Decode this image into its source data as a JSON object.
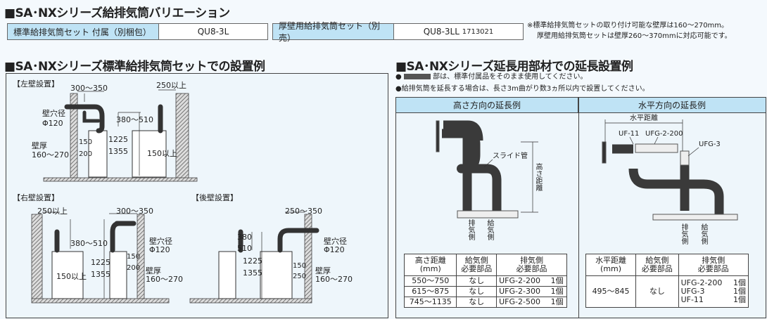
{
  "variation": {
    "title": "■SA･NXシリーズ給排気筒バリエーション",
    "standard": {
      "label": "標準給排気筒セット 付属（別梱包）",
      "value": "QU8-3L"
    },
    "thick": {
      "label": "厚壁用給排気筒セット（別売）",
      "value": "QU8-3LL",
      "code": "1713021"
    },
    "notes": [
      "※標準給排気筒セットの取り付け可能な壁厚は160～270mm。",
      "厚壁用給排気筒セットは壁厚260～370mmに対応可能です。"
    ]
  },
  "standard_section": {
    "title": "■SA･NXシリーズ標準給排気筒セットでの設置例",
    "left_wall": {
      "title": "【左壁設置】",
      "pipe_span": "300～350",
      "clearance_top": "250以上",
      "hole_label": "壁穴径",
      "hole_value": "Φ120",
      "height_diff": "380～510",
      "wall_label": "壁厚",
      "wall_value": "160～270",
      "gap_top": "150",
      "gap_bottom": "200",
      "height_top": "1225",
      "height_bottom": "1355",
      "side_clearance": "150以上"
    },
    "right_wall": {
      "title": "【右壁設置】",
      "clearance_top": "250以上",
      "pipe_span": "300～350",
      "height_diff": "380～510",
      "hole_label": "壁穴径",
      "hole_value": "Φ120",
      "height_top": "1225",
      "height_bottom": "1355",
      "gap_top": "150",
      "gap_bottom": "200",
      "wall_label": "壁厚",
      "wall_value": "160～270",
      "side_clearance": "150以上"
    },
    "back_wall": {
      "title": "【後壁設置】",
      "pipe_span": "250～350",
      "height_diff_top": "380",
      "height_diff_bottom": "510",
      "height_top": "1225",
      "height_bottom": "1355",
      "gap_top": "150",
      "gap_bottom": "250",
      "hole_label": "壁穴径",
      "hole_value": "Φ120",
      "wall_label": "壁厚",
      "wall_value": "160～270"
    }
  },
  "extension_section": {
    "title": "■SA･NXシリーズ延長用部材での延長設置例",
    "bullet1_suffix": "部は、標準付属品をそのまま使用してください。",
    "bullet2": "●給排気筒を延長する場合は、長さ3m曲がり数3ヵ所以内で設置してください。",
    "vertical": {
      "header": "高さ方向の延長例",
      "slide_pipe": "スライド管",
      "height_label": "高さ距離",
      "exhaust": "排気側",
      "intake": "給気側",
      "table": {
        "headers": [
          "高さ距離\n(mm)",
          "給気側\n必要部品",
          "排気側\n必要部品"
        ],
        "rows": [
          [
            "550～750",
            "なし",
            "UFG-2-200",
            "1個"
          ],
          [
            "615～875",
            "なし",
            "UFG-2-300",
            "1個"
          ],
          [
            "745～1135",
            "なし",
            "UFG-2-500",
            "1個"
          ]
        ]
      }
    },
    "horizontal": {
      "header": "水平方向の延長例",
      "distance_label": "水平距離",
      "part1": "UF-11",
      "part2": "UFG-2-200",
      "part3": "UFG-3",
      "exhaust": "排気側",
      "intake": "給気側",
      "table": {
        "headers": [
          "水平距離\n(mm)",
          "給気側\n必要部品",
          "排気側\n必要部品"
        ],
        "row": {
          "range": "495～845",
          "intake": "なし",
          "parts": [
            [
              "UFG-2-200",
              "1個"
            ],
            [
              "UFG-3",
              "1個"
            ],
            [
              "UF-11",
              "1個"
            ]
          ]
        }
      }
    }
  },
  "colors": {
    "header_blue": "#bfe3f5",
    "panel_bg": "#eef6fb",
    "pipe": "#3a3a3a"
  }
}
